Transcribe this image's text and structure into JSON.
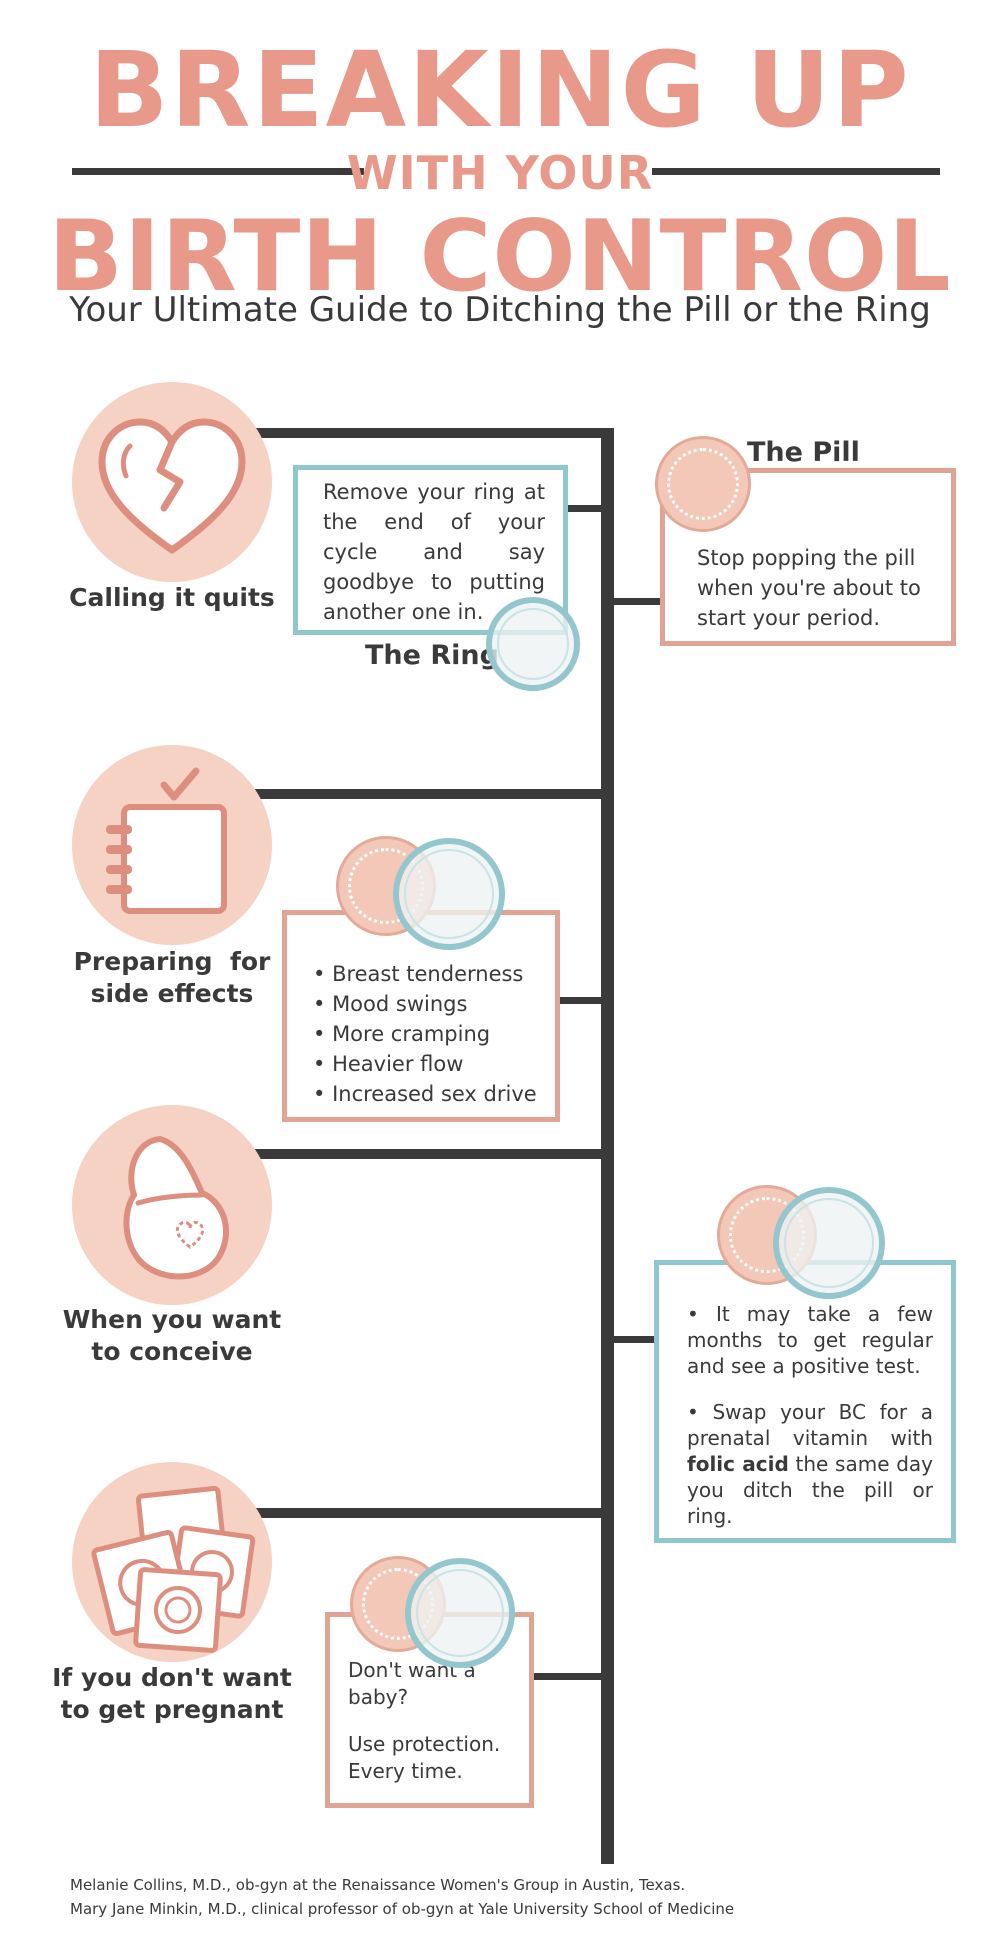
{
  "header": {
    "title_line1": "BREAKING UP",
    "title_line2": "WITH YOUR",
    "title_line3": "BIRTH CONTROL",
    "subtitle": "Your Ultimate Guide to Ditching the Pill or the Ring"
  },
  "sections": {
    "calling_it_quits": {
      "label_line1": "Calling it quits",
      "ring": {
        "label": "The Ring",
        "text": "Remove your ring at the end of your cycle and say goodbye to putting another one in."
      },
      "pill": {
        "label": "The Pill",
        "text": "Stop popping the pill when you're about to start your period."
      }
    },
    "side_effects": {
      "label_line1": "Preparing  for",
      "label_line2": "side effects",
      "items": [
        "Breast tenderness",
        "Mood swings",
        "More cramping",
        "Heavier flow",
        "Increased sex drive"
      ]
    },
    "conceive": {
      "label_line1": "When you want",
      "label_line2": "to conceive",
      "tip1": "It may take a few months to get regular and see a positive test.",
      "tip2_before": "Swap your BC for a prenatal vitamin with ",
      "tip2_bold": "folic acid",
      "tip2_after": " the same day you ditch the pill or ring."
    },
    "not_pregnant": {
      "label_line1": "If you don't want",
      "label_line2": "to get pregnant",
      "text1": "Don't want a baby?",
      "text2": "Use protection. Every time."
    }
  },
  "footer": {
    "credit1": "Melanie Collins, M.D., ob-gyn at the Renaissance Women's Group in Austin, Texas.",
    "credit2": "Mary Jane Minkin, M.D., clinical professor of ob-gyn at Yale University School of Medicine"
  },
  "colors": {
    "coral": "#e8998a",
    "peach": "#f6d2c5",
    "teal": "#8ec7cd",
    "dark": "#3a3a3a"
  },
  "icons": [
    "broken-heart-icon",
    "notepad-check-icon",
    "pregnant-belly-icon",
    "condom-packets-icon",
    "pill-pack-icon",
    "vaginal-ring-icon"
  ]
}
